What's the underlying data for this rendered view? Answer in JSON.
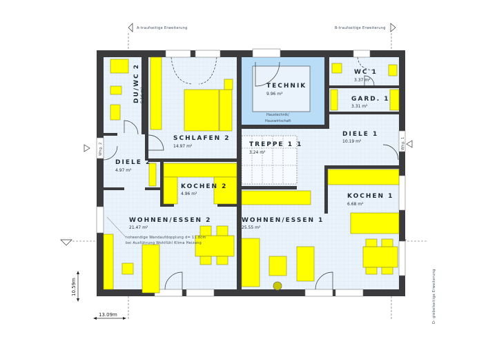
{
  "annotations": {
    "extension_a": "A-traufseitige Erweiterung",
    "extension_b": "B-traufseitige Erweiterung",
    "extension_d": "D- giebelseitige Erweiterung",
    "unit_2": "Whg. 2",
    "unit_1": "Whg. 1",
    "note_line1": "notwendige Wandaufdopplung d= 11.8cm",
    "note_line2": "bei Ausführung Wohlfühl Klima Heizung",
    "technik_sub1": "Haustechnik/",
    "technik_sub2": "Hauswirtschaft"
  },
  "dimensions": {
    "depth": "10.59m",
    "width": "13.09m"
  },
  "rooms": {
    "du_wc2": {
      "name": "DU/WC 2",
      "area": "5.16 m²"
    },
    "schlafen2": {
      "name": "SCHLAFEN 2",
      "area": "14.97 m²"
    },
    "technik": {
      "name": "TECHNIK",
      "area": "9.96 m²"
    },
    "wc1": {
      "name": "WC 1",
      "area": "3.37 m²"
    },
    "gard1": {
      "name": "GARD. 1",
      "area": "3.31 m²"
    },
    "diele1": {
      "name": "DIELE 1",
      "area": "10.19 m²"
    },
    "treppe": {
      "name": "TREPPE 1 1",
      "area": "3.24 m²"
    },
    "diele2": {
      "name": "DIELE 2",
      "area": "4.97 m²"
    },
    "kochen2": {
      "name": "KOCHEN 2",
      "area": "4.96 m²"
    },
    "kochen1": {
      "name": "KOCHEN 1",
      "area": "6.68 m²"
    },
    "wohnen2": {
      "name": "WOHNEN/ESSEN 2",
      "area": "21.47 m²"
    },
    "wohnen1": {
      "name": "WOHNEN/ESSEN 1",
      "area": "25.55 m²"
    }
  },
  "colors": {
    "wall": "#3b3b3e",
    "floor": "#eaf3fb",
    "technik_floor": "#b9ddf6",
    "furniture": "#ffff00"
  }
}
